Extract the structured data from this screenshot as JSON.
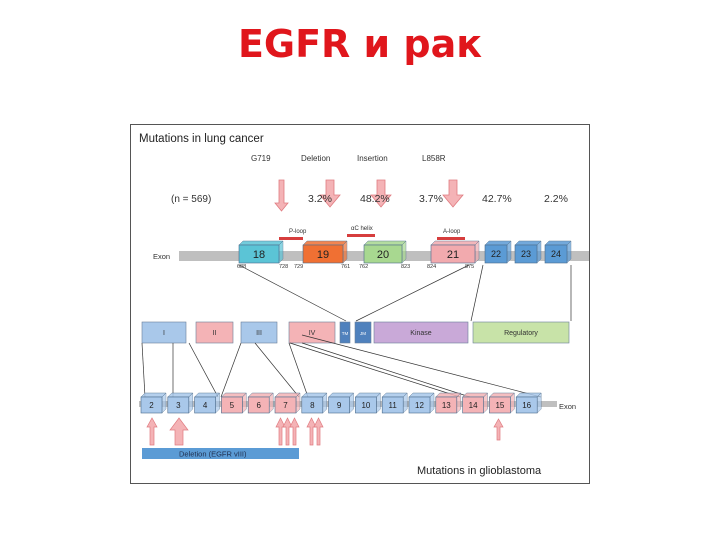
{
  "slide": {
    "title": "EGFR и рак"
  },
  "figure": {
    "lung_heading": "Mutations in lung cancer",
    "mutation_labels": {
      "g719": "G719",
      "deletion": "Deletion",
      "insertion": "Insertion",
      "l858r": "L858R"
    },
    "sample_size": "(n = 569)",
    "percentages": [
      "3.2%",
      "48.2%",
      "3.7%",
      "42.7%",
      "2.2%"
    ],
    "annotations": {
      "p_loop": "P-loop",
      "ac_helix": "αC helix",
      "a_loop": "A-loop"
    },
    "exon_label": "Exon",
    "exons_top": [
      {
        "num": "18",
        "color": "#5bc4d6"
      },
      {
        "num": "19",
        "color": "#f07033"
      },
      {
        "num": "20",
        "color": "#a8d890"
      },
      {
        "num": "21",
        "color": "#f2aaae"
      },
      {
        "num": "22",
        "color": "#5b9bd5"
      },
      {
        "num": "23",
        "color": "#5b9bd5"
      },
      {
        "num": "24",
        "color": "#5b9bd5"
      }
    ],
    "positions": [
      "688",
      "728",
      "729",
      "761",
      "762",
      "823",
      "824",
      "875"
    ],
    "domains": [
      {
        "label": "I",
        "color": "#a9c8ea"
      },
      {
        "label": "II",
        "color": "#f4b3b6"
      },
      {
        "label": "III",
        "color": "#a9c8ea"
      },
      {
        "label": "IV",
        "color": "#f4b3b6"
      },
      {
        "label": "TM",
        "color": "#4f81bd"
      },
      {
        "label": "JM",
        "color": "#4f81bd"
      },
      {
        "label": "Kinase",
        "color": "#c9a9d8"
      },
      {
        "label": "Regulatory",
        "color": "#c8e3a8"
      }
    ],
    "exons_bottom": [
      {
        "num": "2",
        "color": "#a9c8ea"
      },
      {
        "num": "3",
        "color": "#a9c8ea"
      },
      {
        "num": "4",
        "color": "#a9c8ea"
      },
      {
        "num": "5",
        "color": "#f4b3b6"
      },
      {
        "num": "6",
        "color": "#f4b3b6"
      },
      {
        "num": "7",
        "color": "#f4b3b6"
      },
      {
        "num": "8",
        "color": "#a9c8ea"
      },
      {
        "num": "9",
        "color": "#a9c8ea"
      },
      {
        "num": "10",
        "color": "#a9c8ea"
      },
      {
        "num": "11",
        "color": "#a9c8ea"
      },
      {
        "num": "12",
        "color": "#a9c8ea"
      },
      {
        "num": "13",
        "color": "#f4b3b6"
      },
      {
        "num": "14",
        "color": "#f4b3b6"
      },
      {
        "num": "15",
        "color": "#f4b3b6"
      },
      {
        "num": "16",
        "color": "#a9c8ea"
      }
    ],
    "exon_label_bottom": "Exon",
    "deletion_bar": "Deletion (EGFR vIII)",
    "glio_heading": "Mutations in glioblastoma",
    "colors": {
      "arrow": "#f4b3b6",
      "arrow_stroke": "#e07b80",
      "red_bar": "#d63d3d",
      "deletion_bar": "#5b9bd5"
    }
  }
}
